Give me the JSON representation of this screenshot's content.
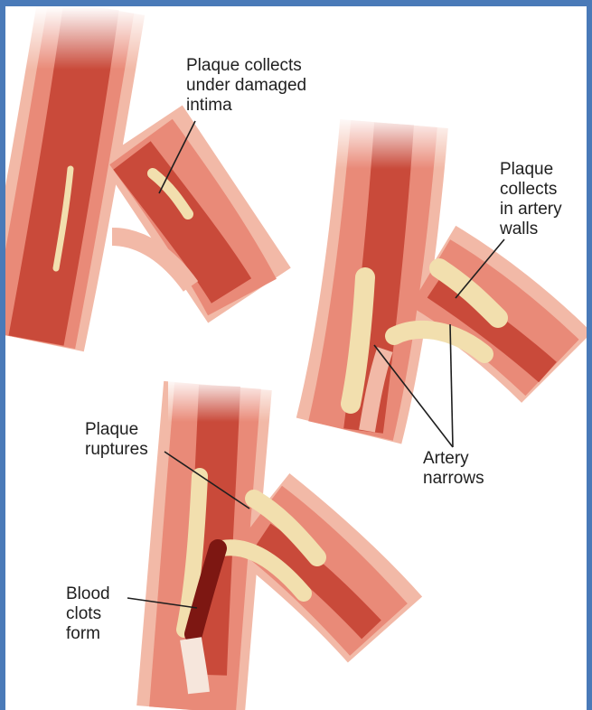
{
  "labels": {
    "damaged_intima": "Plaque collects\nunder damaged\nintima",
    "artery_walls": "Plaque\ncollects\nin artery\nwalls",
    "artery_narrows": "Artery\nnarrows",
    "plaque_ruptures": "Plaque\nruptures",
    "blood_clots": "Blood\nclots\nform"
  },
  "colors": {
    "frame": "#4a7ab8",
    "outer_wall": "#f2b9a7",
    "wall": "#e98a78",
    "lumen": "#c94a3a",
    "plaque": "#f2dfae",
    "clot": "#7d1712",
    "leader": "#1f1f1f"
  }
}
